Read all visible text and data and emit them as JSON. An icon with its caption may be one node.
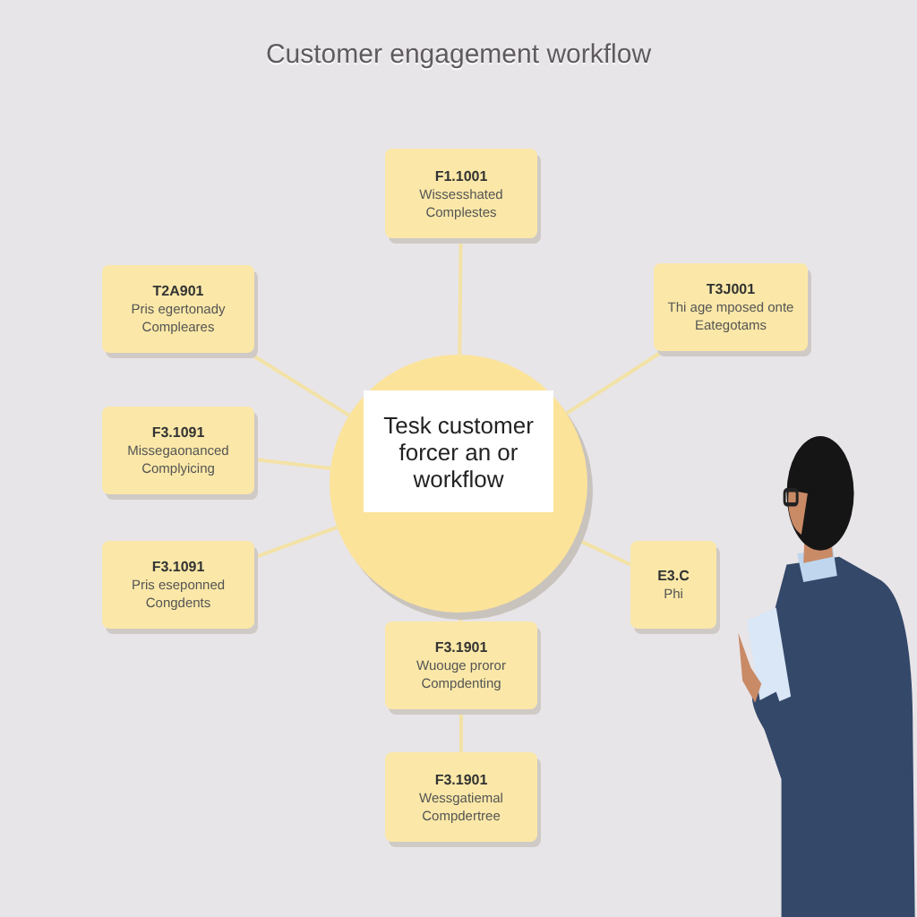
{
  "diagram": {
    "title": "Customer engagement workflow",
    "nodes": [
      {
        "text": [],
        "shape": "circle"
      },
      {
        "text": [
          "Tesk customer forcer an or workflow"
        ],
        "in": 0
      },
      {
        "text": [
          "F1.1001",
          "Wissesshated Complestes"
        ]
      },
      {
        "text": [
          "T2A901",
          "Pris egertonady Compleares"
        ]
      },
      {
        "text": [
          "T3J001",
          "Thi age mposed onte Eategotams"
        ]
      },
      {
        "text": [
          "F3.1091",
          "Missegaonanced Complyicing"
        ]
      },
      {
        "text": [
          "F3.1091",
          "Pris eseponned Congdents"
        ]
      },
      {
        "text": [
          "E3.C",
          "Phi"
        ]
      },
      {
        "text": [
          "F3.1901",
          "Wuouge proror Compdenting"
        ]
      },
      {
        "text": [
          "F3.1901",
          "Wessgatiemal Compdertree"
        ]
      }
    ],
    "edges": [
      {
        "from": 0,
        "to": 2,
        "arrow": "none"
      },
      {
        "from": 0,
        "to": 3,
        "arrow": "none"
      },
      {
        "from": 0,
        "to": 4,
        "arrow": "none"
      },
      {
        "from": 0,
        "to": 5,
        "arrow": "none"
      },
      {
        "from": 0,
        "to": 6,
        "arrow": "none"
      },
      {
        "from": 0,
        "to": 7,
        "arrow": "none"
      },
      {
        "from": 0,
        "to": 8,
        "arrow": "none"
      },
      {
        "from": 8,
        "to": 9,
        "arrow": "none"
      }
    ]
  }
}
